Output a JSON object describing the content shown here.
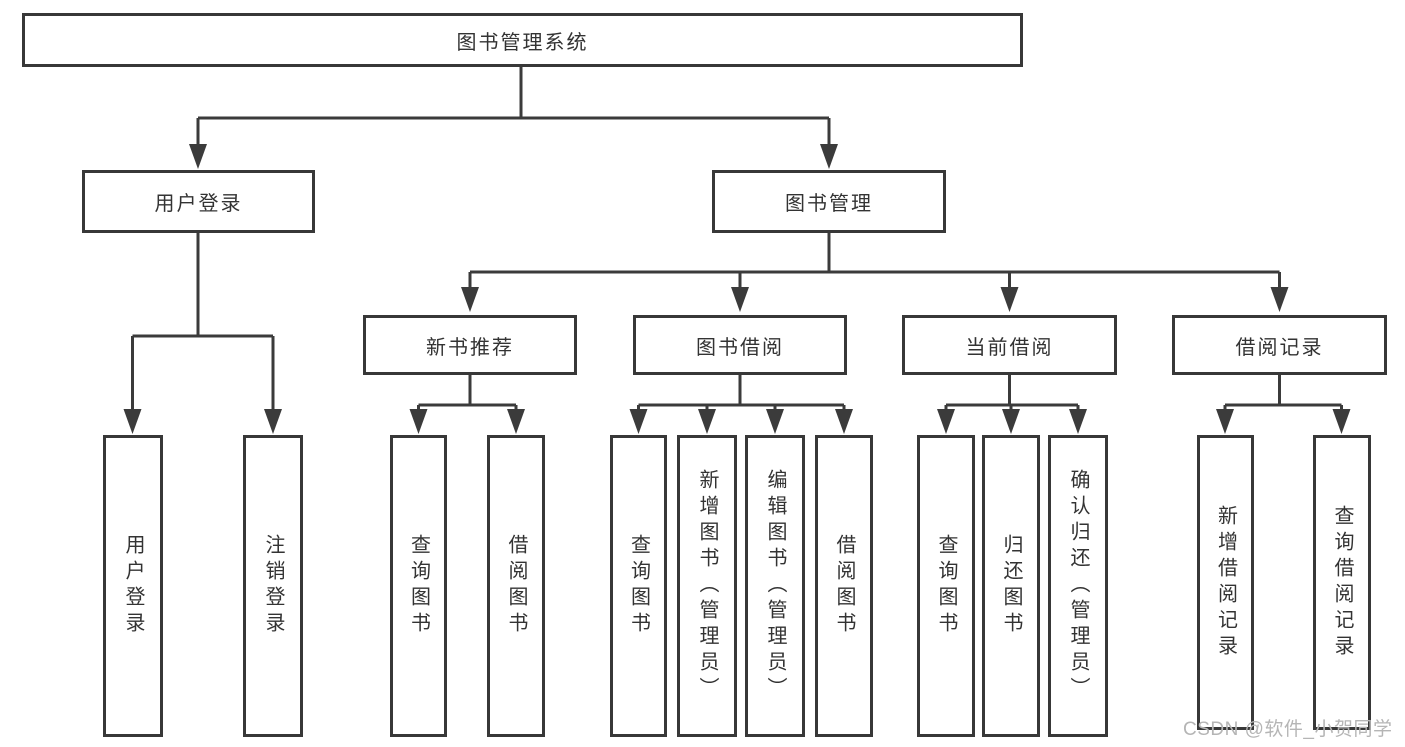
{
  "tree": {
    "root": {
      "label": "图书管理系统"
    },
    "branches": [
      {
        "label": "用户登录",
        "children": [
          {
            "label": "用户登录"
          },
          {
            "label": "注销登录"
          }
        ]
      },
      {
        "label": "图书管理",
        "children": [
          {
            "label": "新书推荐",
            "children": [
              {
                "label": "查询图书"
              },
              {
                "label": "借阅图书"
              }
            ]
          },
          {
            "label": "图书借阅",
            "children": [
              {
                "label": "查询图书"
              },
              {
                "label": "新增图书（管理员）"
              },
              {
                "label": "编辑图书（管理员）"
              },
              {
                "label": "借阅图书"
              }
            ]
          },
          {
            "label": "当前借阅",
            "children": [
              {
                "label": "查询图书"
              },
              {
                "label": "归还图书"
              },
              {
                "label": "确认归还（管理员）"
              }
            ]
          },
          {
            "label": "借阅记录",
            "children": [
              {
                "label": "新增借阅记录"
              },
              {
                "label": "查询借阅记录"
              }
            ]
          }
        ]
      }
    ]
  },
  "watermark": {
    "text": "CSDN @软件_小贺同学"
  },
  "colors": {
    "line": "#3b3b3b",
    "box_border": "#383838",
    "text": "#333333",
    "watermark": "#b5b5b5",
    "background": "#ffffff"
  }
}
